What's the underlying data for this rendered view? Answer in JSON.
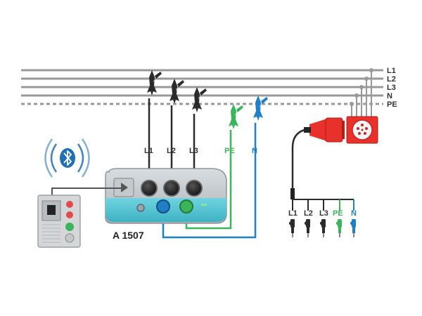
{
  "busbars": {
    "l1": "L1",
    "l2": "L2",
    "l3": "L3",
    "n": "N",
    "pe": "PE"
  },
  "instrument": {
    "model": "A 1507",
    "terminals": {
      "l1": "L1",
      "l2": "L2",
      "l3": "L3",
      "pe": "PE",
      "n": "N"
    }
  },
  "plug_leads": {
    "l1": "L1",
    "l2": "L2",
    "l3": "L3",
    "pe": "PE",
    "n": "N"
  },
  "icons": {
    "wireless": "bluetooth-icon",
    "socket": "three-phase-socket-icon",
    "plug": "three-phase-plug-icon",
    "clamp": "crocodile-clip-icon",
    "tester": "tester-device-icon"
  },
  "colors": {
    "busbar": "#999999",
    "phase_lead": "#2b2b2b",
    "pe_lead": "#3bb55a",
    "n_lead": "#1f7fc7",
    "plug_red": "#e8312a",
    "bluetooth_blue": "#1e6fb8"
  }
}
